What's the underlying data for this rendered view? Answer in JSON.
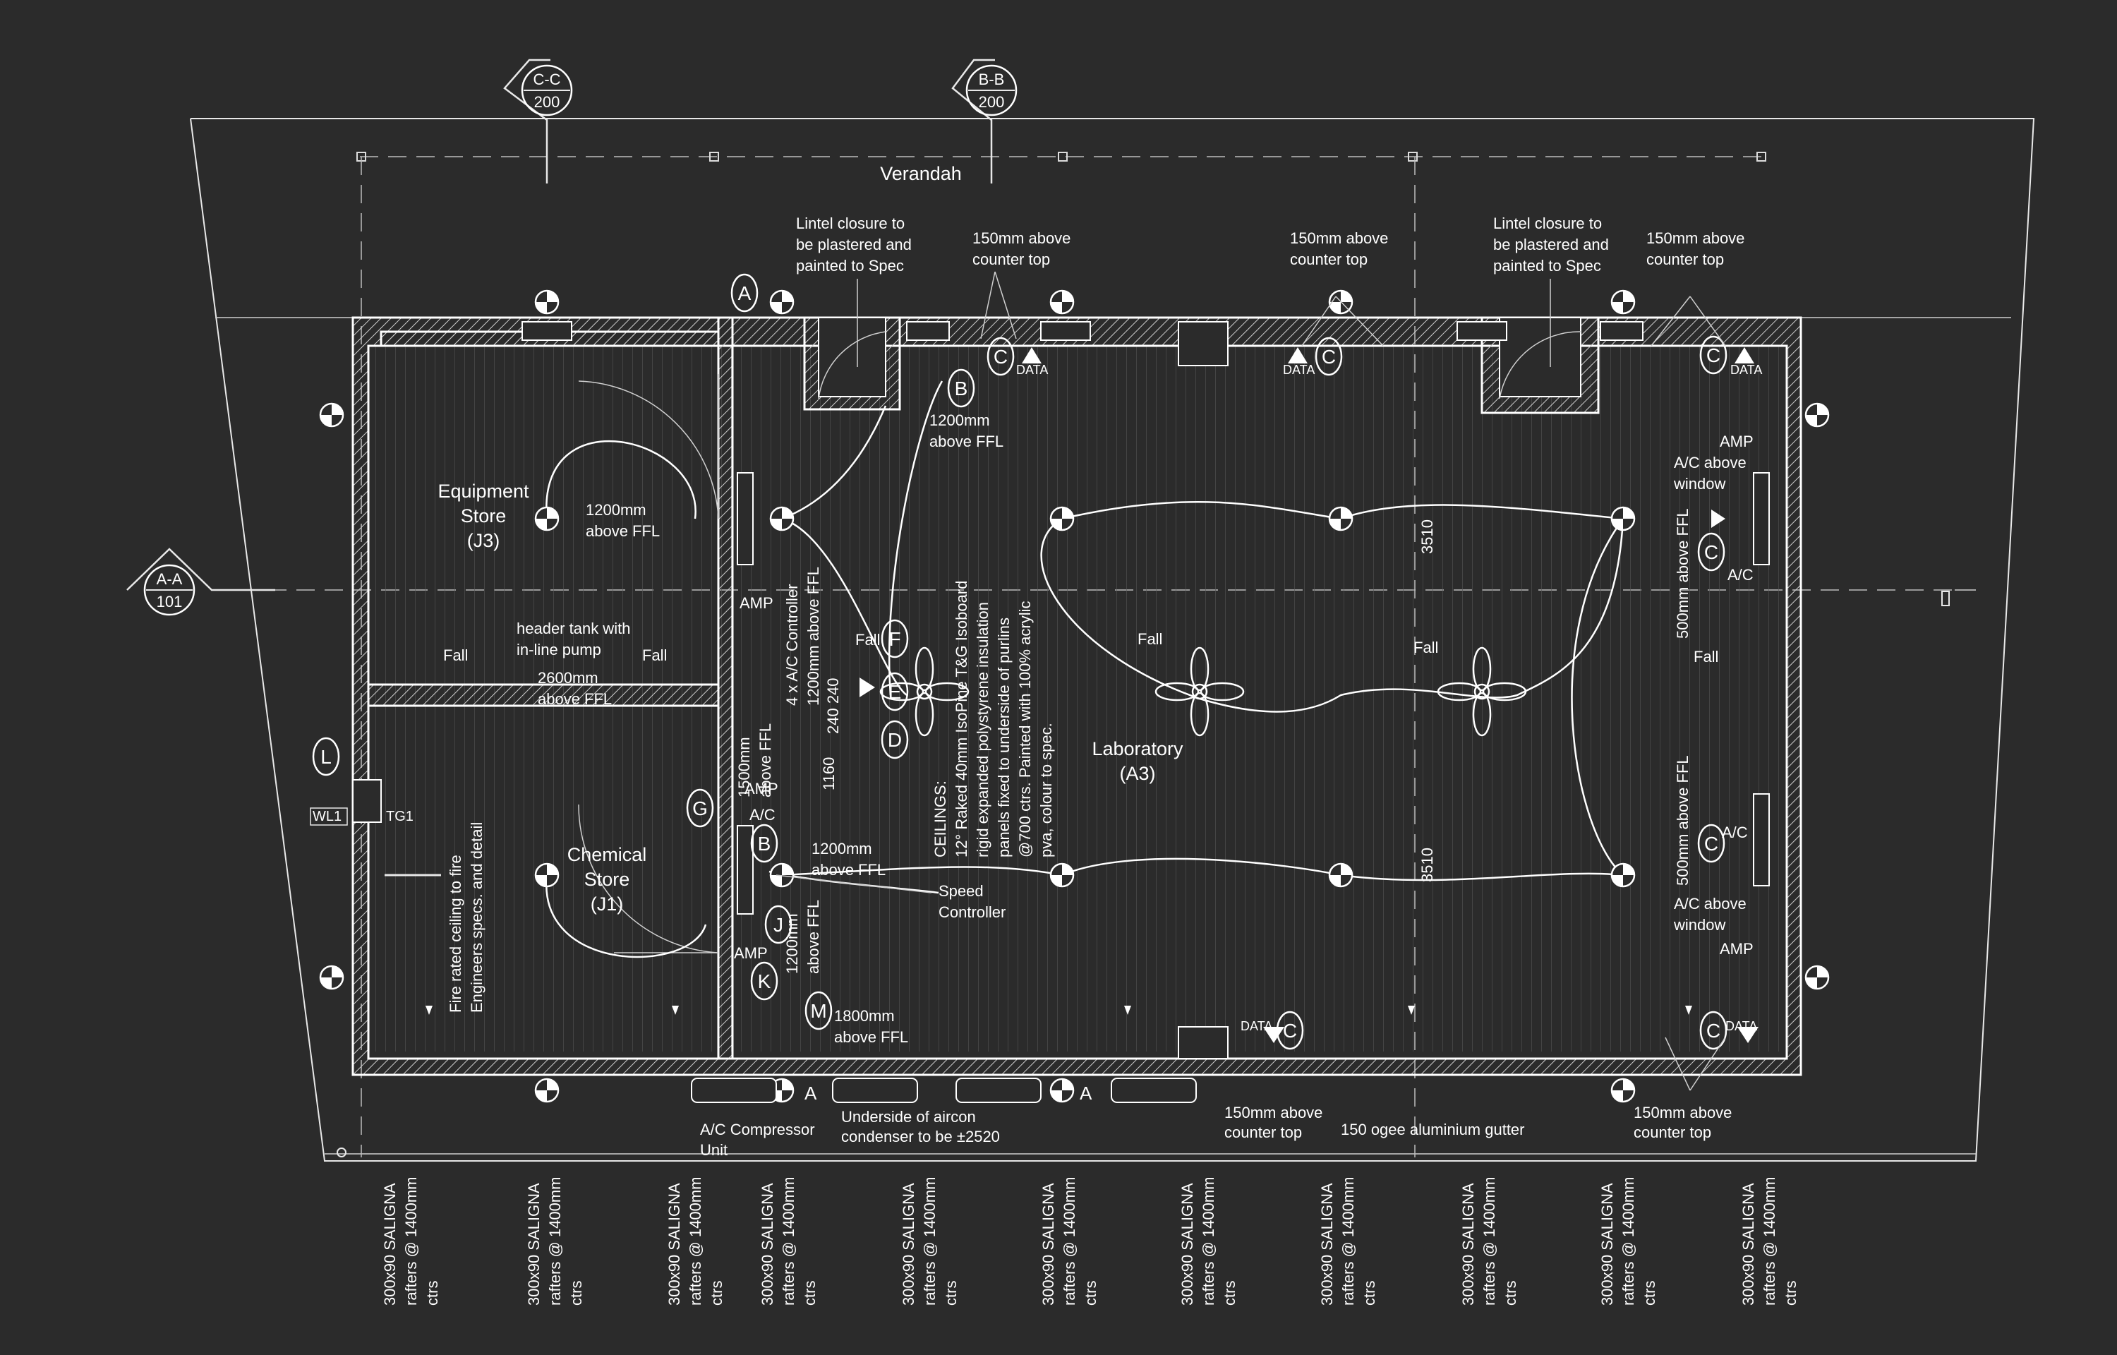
{
  "sections": {
    "cc": {
      "top": "C-C",
      "bottom": "200"
    },
    "bb": {
      "top": "B-B",
      "bottom": "200"
    },
    "aa": {
      "top": "A-A",
      "bottom": "101"
    }
  },
  "labels": {
    "verandah": "Verandah",
    "lintel_1": [
      "Lintel closure to",
      "be plastered and",
      "painted to Spec"
    ],
    "lintel_2": [
      "Lintel closure to",
      "be plastered and",
      "painted to Spec"
    ],
    "counter_top_1": [
      "150mm above",
      "counter top"
    ],
    "counter_top_2": [
      "150mm above",
      "counter top"
    ],
    "counter_top_3": [
      "150mm above",
      "counter top"
    ],
    "counter_top_4": [
      "150mm above",
      "counter top"
    ],
    "counter_top_5": [
      "150mm above",
      "counter top"
    ],
    "ffl_1200_b": [
      "1200mm",
      "above FFL"
    ],
    "ffl_1200_eq": [
      "1200mm",
      "above FFL"
    ],
    "ffl_1200_lower": [
      "1200mm",
      "above FFL"
    ],
    "ffl_2600": [
      "2600mm",
      "above FFL"
    ],
    "ffl_1800": [
      "1800mm",
      "above FFL"
    ],
    "header_tank": [
      "header tank with",
      "in-line pump"
    ],
    "equipment_store": [
      "Equipment",
      "Store",
      "(J3)"
    ],
    "chemical_store": [
      "Chemical",
      "Store",
      "(J1)"
    ],
    "laboratory": [
      "Laboratory",
      "(A3)"
    ],
    "ac_window_1": [
      "A/C above",
      "window"
    ],
    "ac_window_2": [
      "A/C above",
      "window"
    ],
    "amp": "AMP",
    "ac": "A/C",
    "fall": "Fall",
    "data": "DATA",
    "fire_note": [
      "Fire rated ceiling to fire",
      "Engineers specs. and detail"
    ],
    "ac_controller": [
      "4 x A/C Controller",
      "1200mm above FFL"
    ],
    "dim_240": "240 240",
    "dim_1160": "1160",
    "dim_1500": [
      "1500mm",
      "above FFL"
    ],
    "dim_1200_v": [
      "1200mm",
      "above FFL"
    ],
    "ceilings_note": [
      "CEILINGS:",
      "12° Raked 40mm IsoPine T&G Isoboard",
      "rigid expanded polystyrene insulation",
      "panels fixed to underside of purlins",
      "@700 ctrs. Painted with 100% acrylic",
      "pva, colour to spec."
    ],
    "dim_3510": "3510",
    "speed_controller": [
      "Speed",
      "Controller"
    ],
    "ffl_500_v": "500mm above FFL",
    "ac_compressor": [
      "A/C Compressor",
      "Unit"
    ],
    "underside_condenser": [
      "Underside of aircon",
      "condenser to be ±2520"
    ],
    "gutter": "150 ogee aluminium gutter",
    "wl1": "WL1",
    "tg1": "TG1",
    "rafter": [
      "300x90 SALIGNA",
      "rafters @ 1400mm",
      "ctrs"
    ]
  },
  "tags": {
    "a": "A",
    "b": "B",
    "c": "C",
    "d": "D",
    "e": "E",
    "f": "F",
    "g": "G",
    "j": "J",
    "k": "K",
    "l": "L",
    "m": "M"
  },
  "colors": {
    "background": "#2b2b2b",
    "linework": "#ffffff"
  }
}
